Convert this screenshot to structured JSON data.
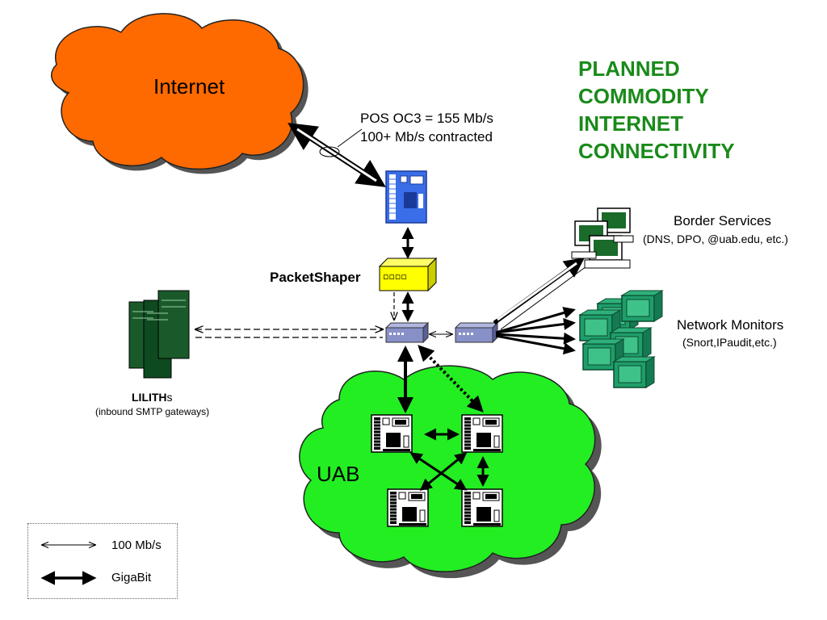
{
  "title": [
    "PLANNED",
    "COMMODITY",
    "INTERNET",
    "CONNECTIVITY"
  ],
  "clouds": {
    "internet": "Internet",
    "uab": "UAB"
  },
  "link_label": {
    "line1": "POS OC3 = 155 Mb/s",
    "line2": "100+ Mb/s contracted"
  },
  "packetshaper": {
    "label": "PacketShaper",
    "ports": "▫▫▫▫"
  },
  "lilith": {
    "name_bold": "LILITH",
    "name_suffix": "s",
    "subtitle": "(inbound SMTP gateways)"
  },
  "border_services": {
    "label": "Border Services",
    "subtitle": "(DNS, DPO, @uab.edu, etc.)"
  },
  "network_monitors": {
    "label": "Network Monitors",
    "subtitle": "(Snort,IPaudit,etc.)"
  },
  "legend": {
    "items": [
      {
        "label": "100 Mb/s",
        "style": "thin-hollow-arrow"
      },
      {
        "label": "GigaBit",
        "style": "thick-solid-arrow"
      }
    ]
  },
  "colors": {
    "title_green": "#1a8a1a",
    "internet_cloud": "#ff6a00",
    "uab_cloud": "#22ee22",
    "router_blue": "#3a6ee8",
    "packetshaper_yellow": "#ffff00",
    "monitor_green": "#1e9e6a",
    "switch_lavender": "#8890c8"
  }
}
